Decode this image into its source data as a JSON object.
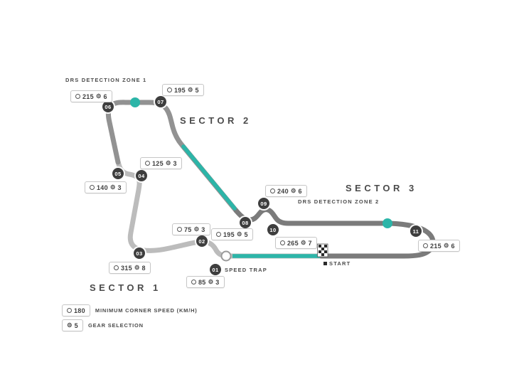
{
  "sectors": [
    {
      "label": "SECTOR 1"
    },
    {
      "label": "SECTOR 2"
    },
    {
      "label": "SECTOR 3"
    }
  ],
  "drs_zones": [
    {
      "label": "DRS DETECTION ZONE 1"
    },
    {
      "label": "DRS DETECTION ZONE 2"
    }
  ],
  "speed_trap": {
    "label": "SPEED TRAP"
  },
  "start": {
    "label": "START"
  },
  "legend": {
    "speed_example": "180",
    "speed_label": "MINIMUM CORNER SPEED (KM/H)",
    "gear_example": "5",
    "gear_label": "GEAR SELECTION"
  },
  "icons": {
    "gear": "⚙"
  },
  "corners": [
    {
      "num": "01",
      "speed": "85",
      "gear": "3"
    },
    {
      "num": "02",
      "speed": "75",
      "gear": "3"
    },
    {
      "num": "03",
      "speed": "315",
      "gear": "8"
    },
    {
      "num": "04",
      "speed": "125",
      "gear": "3"
    },
    {
      "num": "05",
      "speed": "140",
      "gear": "3"
    },
    {
      "num": "06",
      "speed": "215",
      "gear": "6"
    },
    {
      "num": "07",
      "speed": "195",
      "gear": "5"
    },
    {
      "num": "08",
      "speed": "195",
      "gear": "5"
    },
    {
      "num": "09",
      "speed": "240",
      "gear": "6"
    },
    {
      "num": "10",
      "speed": "265",
      "gear": "7"
    },
    {
      "num": "11",
      "speed": "215",
      "gear": "6"
    }
  ],
  "colors": {
    "sector1": "#bcbcbc",
    "sector2": "#929292",
    "sector3": "#7b7b7b",
    "drs_teal": "#2cb5a8",
    "badge_bg": "#3e3e3e"
  }
}
